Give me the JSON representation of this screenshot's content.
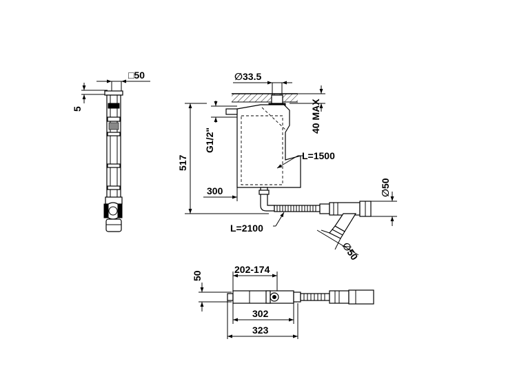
{
  "dimensions": {
    "square_size": "□50",
    "side_offset": "5",
    "pipe_diameter": "∅33.5",
    "max_depth": "40 MAX",
    "thread": "G1/2\"",
    "height": "517",
    "cable_length": "L=1500",
    "horizontal_offset": "300",
    "hose_length": "L=2100",
    "outlet_diameter": "∅50",
    "elbow_diameter": "∅50",
    "plan_width": "50",
    "adjust_range": "202-174",
    "length_inner": "302",
    "length_outer": "323"
  }
}
